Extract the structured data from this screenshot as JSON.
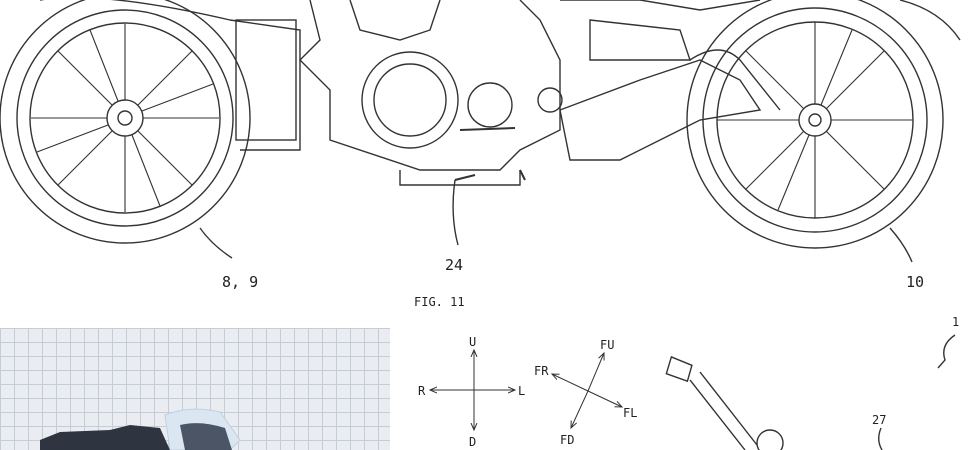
{
  "figure_top": {
    "labels": {
      "front_wheels": "8, 9",
      "engine": "24",
      "rear_wheel": "10"
    }
  },
  "figure_11": {
    "title": "FIG. 11",
    "ref_vehicle": "1",
    "ref_handle": "27",
    "axes": {
      "up": "U",
      "down": "D",
      "right": "R",
      "left": "L"
    },
    "diag_axes": {
      "fu": "FU",
      "fd": "FD",
      "fr": "FR",
      "fl": "FL"
    }
  }
}
